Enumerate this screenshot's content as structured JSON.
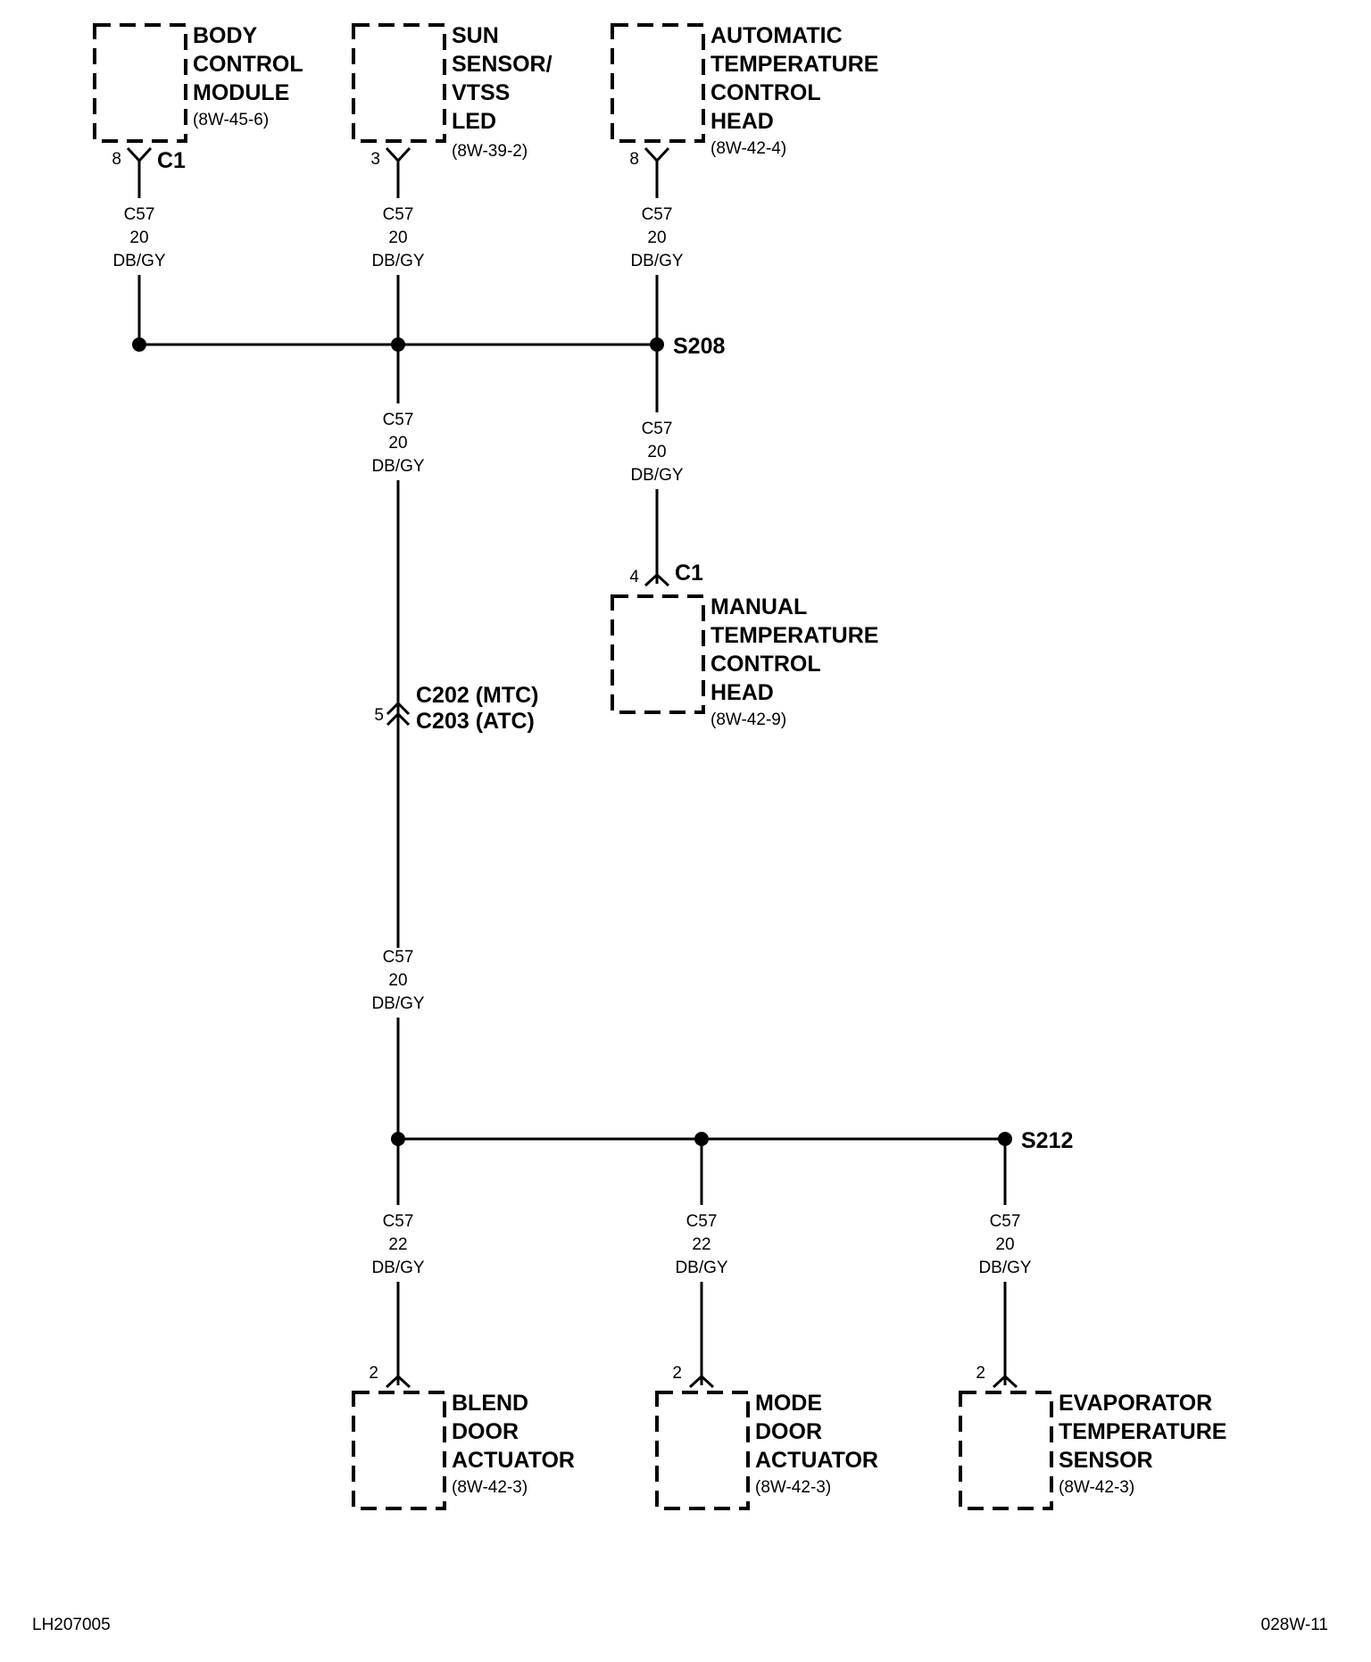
{
  "components": {
    "bcm": {
      "lines": [
        "BODY",
        "CONTROL",
        "MODULE"
      ],
      "ref": "(8W-45-6)",
      "pin": "8",
      "connector": "C1"
    },
    "sun": {
      "lines": [
        "SUN",
        "SENSOR/",
        "VTSS",
        "LED"
      ],
      "ref": "(8W-39-2)",
      "pin": "3"
    },
    "atc": {
      "lines": [
        "AUTOMATIC",
        "TEMPERATURE",
        "CONTROL",
        "HEAD"
      ],
      "ref": "(8W-42-4)",
      "pin": "8"
    },
    "mtc": {
      "lines": [
        "MANUAL",
        "TEMPERATURE",
        "CONTROL",
        "HEAD"
      ],
      "ref": "(8W-42-9)",
      "pin": "4",
      "connector": "C1"
    },
    "blend": {
      "lines": [
        "BLEND",
        "DOOR",
        "ACTUATOR"
      ],
      "ref": "(8W-42-3)",
      "pin": "2"
    },
    "mode": {
      "lines": [
        "MODE",
        "DOOR",
        "ACTUATOR"
      ],
      "ref": "(8W-42-3)",
      "pin": "2"
    },
    "evap": {
      "lines": [
        "EVAPORATOR",
        "TEMPERATURE",
        "SENSOR"
      ],
      "ref": "(8W-42-3)",
      "pin": "2"
    }
  },
  "wires": {
    "w1": [
      "C57",
      "20",
      "DB/GY"
    ],
    "w2": [
      "C57",
      "20",
      "DB/GY"
    ],
    "w3": [
      "C57",
      "20",
      "DB/GY"
    ],
    "w4": [
      "C57",
      "20",
      "DB/GY"
    ],
    "w5": [
      "C57",
      "20",
      "DB/GY"
    ],
    "w6": [
      "C57",
      "20",
      "DB/GY"
    ],
    "w7": [
      "C57",
      "22",
      "DB/GY"
    ],
    "w8": [
      "C57",
      "22",
      "DB/GY"
    ],
    "w9": [
      "C57",
      "20",
      "DB/GY"
    ]
  },
  "splices": {
    "s208": "S208",
    "s212": "S212"
  },
  "inline_connector": {
    "pin": "5",
    "line1": "C202 (MTC)",
    "line2": "C203 (ATC)"
  },
  "footer": {
    "left": "LH207005",
    "right": "028W-11"
  }
}
